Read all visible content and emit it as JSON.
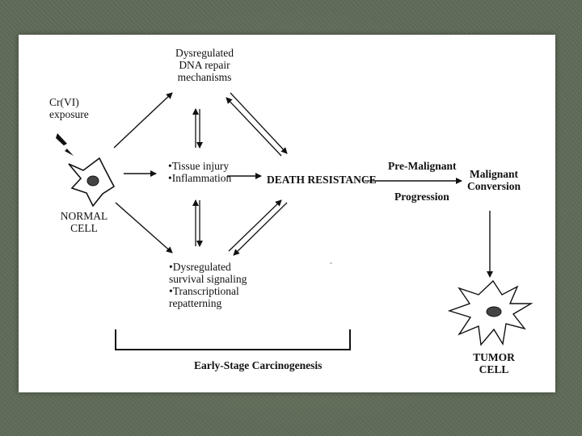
{
  "diagram": {
    "exposure_label": "Cr(VI)\nexposure",
    "normal_cell_label": "NORMAL\nCELL",
    "dna_repair_label": "Dysregulated\nDNA repair\nmechanisms",
    "tissue_injury_label": "•Tissue injury\n•Inflammation",
    "survival_label": "•Dysregulated\nsurvival signaling\n•Transcriptional\nrepatterning",
    "death_resistance_label": "DEATH RESISTANCE",
    "pre_malignant_label": "Pre-Malignant",
    "progression_label": "Progression",
    "malignant_label": "Malignant\nConversion",
    "tumor_cell_label": "TUMOR\nCELL",
    "early_stage_label": "Early-Stage Carcinogenesis"
  }
}
